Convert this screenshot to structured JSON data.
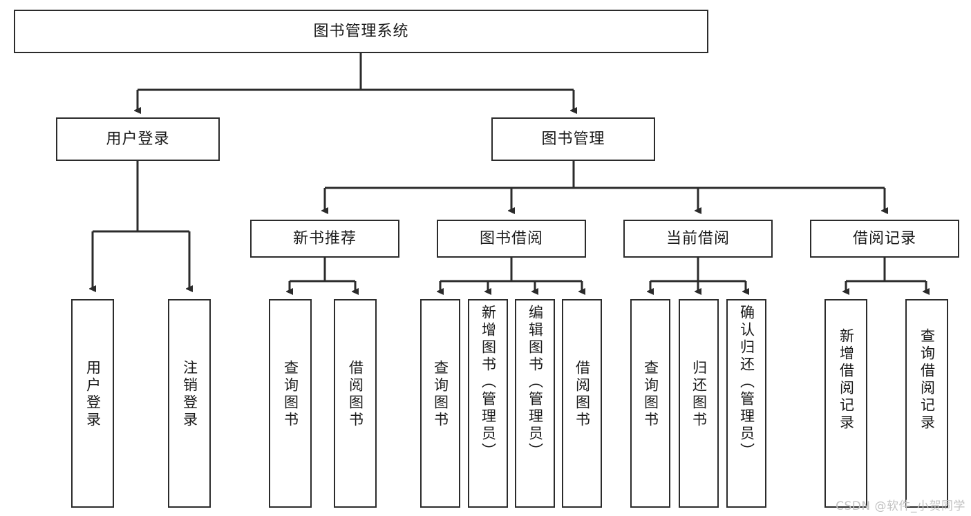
{
  "diagram": {
    "type": "tree-hierarchy",
    "title": "图书管理系统",
    "orientation": "top-down",
    "line_color": "#2b2b2b",
    "box_fill": "#ffffff",
    "text_color": "#1a1a1a"
  },
  "watermark": {
    "text": "CSDN @软件_小贺同学",
    "color": "#c2c2c2"
  },
  "nodes": {
    "root": {
      "label": "图书管理系统"
    },
    "level2": [
      {
        "label": "用户登录"
      },
      {
        "label": "图书管理"
      }
    ],
    "level3": [
      {
        "label": "新书推荐"
      },
      {
        "label": "图书借阅"
      },
      {
        "label": "当前借阅"
      },
      {
        "label": "借阅记录"
      }
    ],
    "leaves": {
      "user_login": [
        {
          "label": "用户登录"
        },
        {
          "label": "注销登录"
        }
      ],
      "new_book": [
        {
          "label": "查询图书"
        },
        {
          "label": "借阅图书"
        }
      ],
      "book_borrow": [
        {
          "label": "查询图书"
        },
        {
          "label": "新增图书（管理员）"
        },
        {
          "label": "编辑图书（管理员）"
        },
        {
          "label": "借阅图书"
        }
      ],
      "current_borrow": [
        {
          "label": "查询图书"
        },
        {
          "label": "归还图书"
        },
        {
          "label": "确认归还（管理员）"
        }
      ],
      "borrow_record": [
        {
          "label": "新增借阅记录"
        },
        {
          "label": "查询借阅记录"
        }
      ]
    }
  }
}
